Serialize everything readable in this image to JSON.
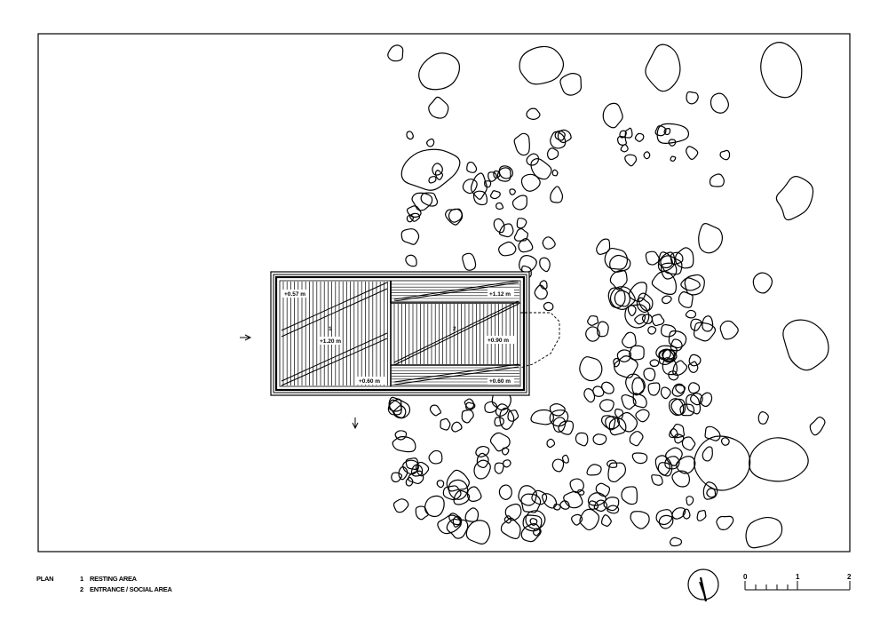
{
  "plan": {
    "title": "PLAN",
    "legend": [
      {
        "number": "1",
        "label": "RESTING AREA"
      },
      {
        "number": "2",
        "label": "ENTRANCE / SOCIAL AREA"
      }
    ]
  },
  "levels": {
    "nw": "+0.57 m",
    "room1": "+1.20 m",
    "room2_top": "+1.12 m",
    "room2_mid": "+0.90 m",
    "step_bottom": "+0.60 m",
    "room2_bottom": "+0.60 m"
  },
  "room_numbers": {
    "room1": "1",
    "room2": "2"
  },
  "scale_bar": {
    "ticks": [
      "0",
      "1",
      "2"
    ]
  }
}
